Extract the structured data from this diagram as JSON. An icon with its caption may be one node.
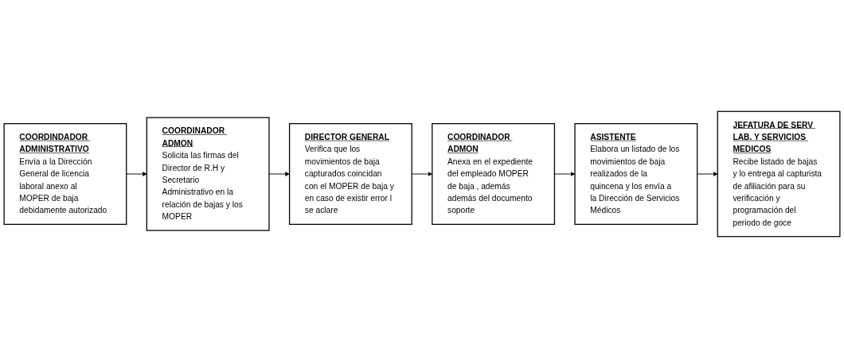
{
  "diagram": {
    "nodes": [
      {
        "text": [
          "COORDINDADOR ADMINISTRATIVO",
          "Envía a la Dirección General de licencia laboral anexo al MOPER de baja debidamente autorizado"
        ]
      },
      {
        "text": [
          "COORDINADOR ADMON",
          "Solicita las firmas del Director de R.H y Secretario Administrativo en la relación de bajas y los MOPER"
        ]
      },
      {
        "text": [
          "DIRECTOR GENERAL",
          "Verifica que los movimientos de baja capturados coincidan con el MOPER de baja y en caso de existir error l se aclare"
        ]
      },
      {
        "text": [
          "COORDINADOR ADMON",
          "Anexa en el expediente del empleado MOPER de baja , además además del documento soporte"
        ]
      },
      {
        "text": [
          "ASISTENTE",
          "Elabora un listado de los movimientos de baja realizados de la quincena y los envía a la Dirección de Servicios Médicos"
        ]
      },
      {
        "text": [
          "JEFATURA DE SERV LAB. Y SERVICIOS MEDICOS",
          "Recibe listado de bajas y lo entrega al capturista de afiliación para su verificación y programación del periodo de goce"
        ]
      }
    ],
    "edges": [
      {
        "from": 0,
        "to": 1,
        "arrow": "to"
      },
      {
        "from": 1,
        "to": 2,
        "arrow": "to"
      },
      {
        "from": 2,
        "to": 3,
        "arrow": "to"
      },
      {
        "from": 3,
        "to": 4,
        "arrow": "to"
      },
      {
        "from": 4,
        "to": 5,
        "arrow": "to"
      }
    ]
  }
}
